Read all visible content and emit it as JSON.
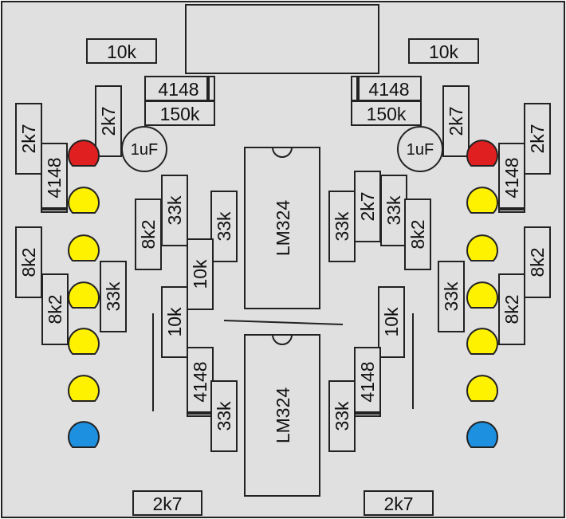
{
  "diagram": {
    "board_color": "#e0e0e0",
    "outline_color": "#222222",
    "led_colors": {
      "red": "#e02020",
      "yellow": "#fff200",
      "blue": "#1e90e0"
    },
    "labels": {
      "r_10k": "10k",
      "r_2k7": "2k7",
      "r_8k2": "8k2",
      "r_33k": "33k",
      "r_150k": "150k",
      "diode": "4148",
      "cap": "1uF",
      "ic": "LM324"
    }
  }
}
